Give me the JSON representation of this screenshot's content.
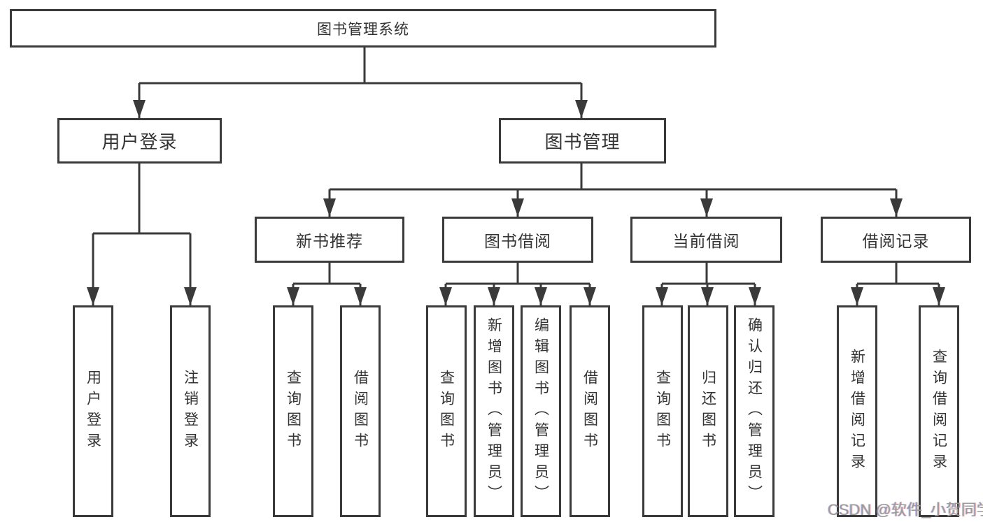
{
  "diagram": {
    "root": {
      "label": "图书管理系统"
    },
    "level2": [
      {
        "label": "用户登录"
      },
      {
        "label": "图书管理"
      }
    ],
    "level3": [
      {
        "label": "新书推荐"
      },
      {
        "label": "图书借阅"
      },
      {
        "label": "当前借阅"
      },
      {
        "label": "借阅记录"
      }
    ],
    "leaves": [
      {
        "label": "用户登录"
      },
      {
        "label": "注销登录"
      },
      {
        "label": "查询图书"
      },
      {
        "label": "借阅图书"
      },
      {
        "label": "查询图书"
      },
      {
        "label": "新增图书（管理员）"
      },
      {
        "label": "编辑图书（管理员）"
      },
      {
        "label": "借阅图书"
      },
      {
        "label": "查询图书"
      },
      {
        "label": "归还图书"
      },
      {
        "label": "确认归还（管理员）"
      },
      {
        "label": "新增借阅记录"
      },
      {
        "label": "查询借阅记录"
      }
    ]
  },
  "watermark": {
    "text": "CSDN @软件_小贺同学"
  },
  "colors": {
    "line": "#3a3a3a",
    "text": "#333333",
    "box_fill": "#ffffff",
    "watermark": "#9b9b9b",
    "background": "#ffffff"
  }
}
